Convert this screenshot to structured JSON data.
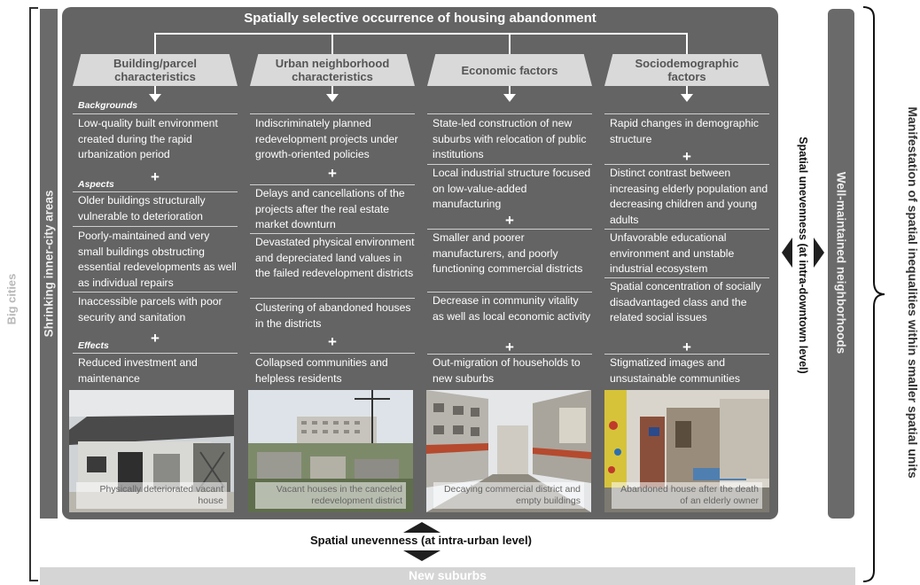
{
  "title": "Spatially selective occurrence of housing abandonment",
  "left_outer_label": "Big cities",
  "left_inner_label": "Shrinking inner-city areas",
  "right_inner_label": "Well-maintained neighborhoods",
  "right_outer_label": "Manifestation of spatial inequalities within smaller spatial units",
  "intra_downtown_label": "Spatial unevenness (at intra-downtown level)",
  "intra_urban_label": "Spatial unevenness (at intra-urban level)",
  "bottom_label": "New suburbs",
  "row_labels": {
    "backgrounds": "Backgrounds",
    "aspects": "Aspects",
    "effects": "Effects"
  },
  "plus_sign": "+",
  "columns": [
    {
      "header": "Building/parcel characteristics",
      "cells": [
        "Low-quality built environment created during the rapid urbanization period",
        "Older buildings structurally vulnerable to deterioration",
        "Poorly-maintained and very small buildings obstructing essential redevelopments as well as individual repairs",
        "Inaccessible parcels with poor security and sanitation",
        "Reduced investment and maintenance"
      ],
      "caption": "Physically deteriorated vacant house"
    },
    {
      "header": "Urban neighborhood characteristics",
      "cells": [
        "Indiscriminately planned redevelopment projects under growth-oriented policies",
        "Delays and cancellations of the projects after the real estate market downturn",
        "Devastated physical environment and depreciated land values in the failed redevelopment districts",
        "Clustering of abandoned houses in the districts",
        "Collapsed communities and helpless residents"
      ],
      "caption": "Vacant houses in the canceled redevelopment district"
    },
    {
      "header": "Economic factors",
      "cells": [
        "State-led construction of new suburbs with relocation of public institutions",
        "Local industrial structure focused on low-value-added manufacturing",
        "Smaller and poorer manufacturers, and poorly functioning commercial districts",
        "Decrease in community vitality as well as local economic activity",
        "Out-migration of households to new suburbs"
      ],
      "caption": "Decaying commercial district and empty buildings"
    },
    {
      "header": "Sociodemographic factors",
      "cells": [
        "Rapid changes in demographic structure",
        "Distinct contrast between increasing elderly population and decreasing children and young adults",
        "Unfavorable educational environment and unstable industrial ecosystem",
        "Spatial concentration of socially disadvantaged class and the related social issues",
        "Stigmatized images and unsustainable communities"
      ],
      "caption": "Abandoned house after the death of an elderly owner"
    }
  ]
}
